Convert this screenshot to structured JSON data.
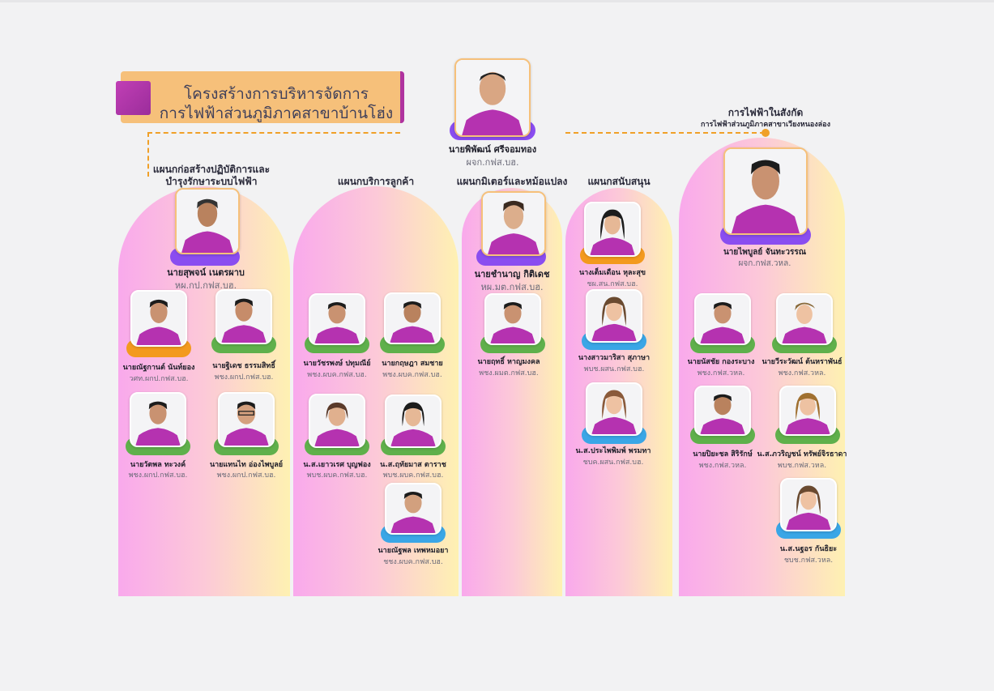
{
  "title": {
    "line1": "โครงสร้างการบริหารจัดการ",
    "line2": "การไฟฟ้าส่วนภูมิภาคสาขาบ้านโฮ่ง"
  },
  "colors": {
    "accent_orange": "#f0a028",
    "banner": "#f6c07a",
    "banner_edge": "#b0339f",
    "column_pink": "#f9a9ec",
    "column_yellow": "#fef1b2",
    "shirt": "#b532b0",
    "pill_green": "#5fb04b",
    "pill_orange": "#f39a1e",
    "pill_blue": "#3aa6e6",
    "pill_purple": "#8a4df0"
  },
  "manager": {
    "name": "นายพิพัฒน์ ศรีจอมทอง",
    "position": "ผจก.กฟส.บฮ."
  },
  "branch": {
    "label_line1": "การไฟฟ้าในสังกัด",
    "label_line2": "การไฟฟ้าส่วนภูมิภาคสาขาเวียงหนองล่อง"
  },
  "departments": [
    {
      "label_line1": "แผนกก่อสร้างปฏิบัติการและ",
      "label_line2": "บำรุงรักษาระบบไฟฟ้า",
      "head": {
        "name": "นายสุพจน์ เนตรผาบ",
        "position": "หผ.กป.กฟส.บฮ."
      },
      "staff": [
        {
          "name": "นายณัฐกานต์ นันท์ยอง",
          "position": "วศท.ผกป.กฟส.บฮ."
        },
        {
          "name": "นายฐิเดช ธรรมสิทธิ์",
          "position": "พชง.ผกป.กฟส.บฮ."
        },
        {
          "name": "นายวัตพล ทะวงค์",
          "position": "พชง.ผกป.กฟส.บฮ."
        },
        {
          "name": "นายแทนไท อ่องไพบูลย์",
          "position": "พชง.ผกป.กฟส.บฮ."
        }
      ]
    },
    {
      "label_line1": "แผนกบริการลูกค้า",
      "staff": [
        {
          "name": "นายวัชรพงษ์ ปทุมณีย์",
          "position": "พชง.ผบค.กฟส.บฮ."
        },
        {
          "name": "นายกฤษฎา สมชาย",
          "position": "พชง.ผบค.กฟส.บฮ."
        },
        {
          "name": "น.ส.เยาวเรศ บุญฟอง",
          "position": "พบช.ผบค.กฟส.บฮ."
        },
        {
          "name": "น.ส.ฤทัยมาส ตาราช",
          "position": "พบช.ผบค.กฟส.บฮ."
        },
        {
          "name": "นายณัฐพล เทพหมอยา",
          "position": "ชชง.ผบค.กฟส.บฮ."
        }
      ]
    },
    {
      "label_line1": "แผนกมิเตอร์และหม้อแปลง",
      "head": {
        "name": "นายชำนาญ กิติเดช",
        "position": "หผ.มต.กฟส.บฮ."
      },
      "staff": [
        {
          "name": "นายฤทธิ์ หาญมงคล",
          "position": "พชง.ผมต.กฟส.บฮ."
        }
      ]
    },
    {
      "label_line1": "แผนกสนับสนุน",
      "staff": [
        {
          "name": "นางเต็มเดือน หุละสุข",
          "position": "ชผ.สน.กฟส.บฮ."
        },
        {
          "name": "นางสาวมาริสา สุภาษา",
          "position": "พบช.ผสน.กฟส.บฮ."
        },
        {
          "name": "น.ส.ประไพพิมพ์ พรมทา",
          "position": "ชบค.ผสน.กฟส.บฮ."
        }
      ]
    },
    {
      "head": {
        "name": "นายไพบูลย์ จันทะวรรณ",
        "position": "ผจก.กฟส.วหล."
      },
      "staff": [
        {
          "name": "นายนัสชัย กองระบาง",
          "position": "พชง.กฟส.วหล."
        },
        {
          "name": "นายวีระวัฒน์ ต้นหราพันธ์",
          "position": "พชง.กฟส.วหล."
        },
        {
          "name": "นายปิยะชล สิริรักษ์",
          "position": "พชง.กฟส.วหล."
        },
        {
          "name": "น.ส.ภวริญชน์ ทรัพย์จิรธาดา",
          "position": "พบช.กฟส.วหล."
        },
        {
          "name": "น.ส.นฐอร กันธิยะ",
          "position": "ชบช.กฟส.วหล."
        }
      ]
    }
  ]
}
